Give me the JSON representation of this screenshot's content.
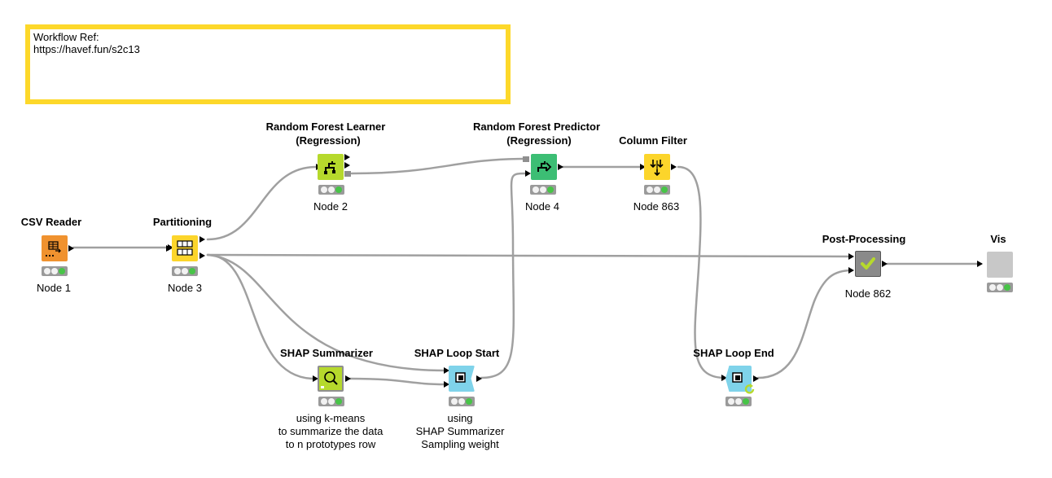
{
  "annotation": {
    "line1": "Workflow Ref:",
    "line2": "https://havef.fun/s2c13"
  },
  "colors": {
    "annotation_border": "#fdd82a",
    "connection": "#a0a0a0",
    "source_orange": "#f0922f",
    "manipulator_yellow": "#fcd52b",
    "learner_lime": "#b6d92c",
    "predictor_green": "#3cbe74",
    "loop_blue": "#7fd3ea",
    "metanode_gray": "#8a8a8a",
    "vis_gray": "#c8c8c8",
    "status_ok": "#47c447"
  },
  "nodes": {
    "csv_reader": {
      "title": "CSV Reader",
      "label": "Node 1",
      "icon": "file-table-icon"
    },
    "partitioning": {
      "title": "Partitioning",
      "label": "Node 3",
      "icon": "table-split-icon"
    },
    "rf_learner": {
      "title_line1": "Random Forest Learner",
      "title_line2": "(Regression)",
      "label": "Node 2",
      "icon": "tree-learner-icon"
    },
    "rf_predictor": {
      "title_line1": "Random Forest Predictor",
      "title_line2": "(Regression)",
      "label": "Node 4",
      "icon": "tree-predictor-icon"
    },
    "column_filter": {
      "title": "Column Filter",
      "label": "Node 863",
      "icon": "column-filter-icon"
    },
    "post_processing": {
      "title": "Post-Processing",
      "label": "Node 862",
      "icon": "checkmark-icon"
    },
    "vis": {
      "title": "Vis",
      "label": "",
      "icon": "component-icon"
    },
    "shap_summarizer": {
      "title": "SHAP Summarizer",
      "comment_line1": "using k-means",
      "comment_line2": "to summarize the data",
      "comment_line3": "to n prototypes row",
      "icon": "magnifier-icon"
    },
    "shap_loop_start": {
      "title": "SHAP Loop Start",
      "comment_line1": "using",
      "comment_line2": "SHAP Summarizer",
      "comment_line3": "Sampling weight",
      "icon": "loop-start-icon"
    },
    "shap_loop_end": {
      "title": "SHAP Loop End",
      "icon": "loop-end-icon"
    }
  }
}
